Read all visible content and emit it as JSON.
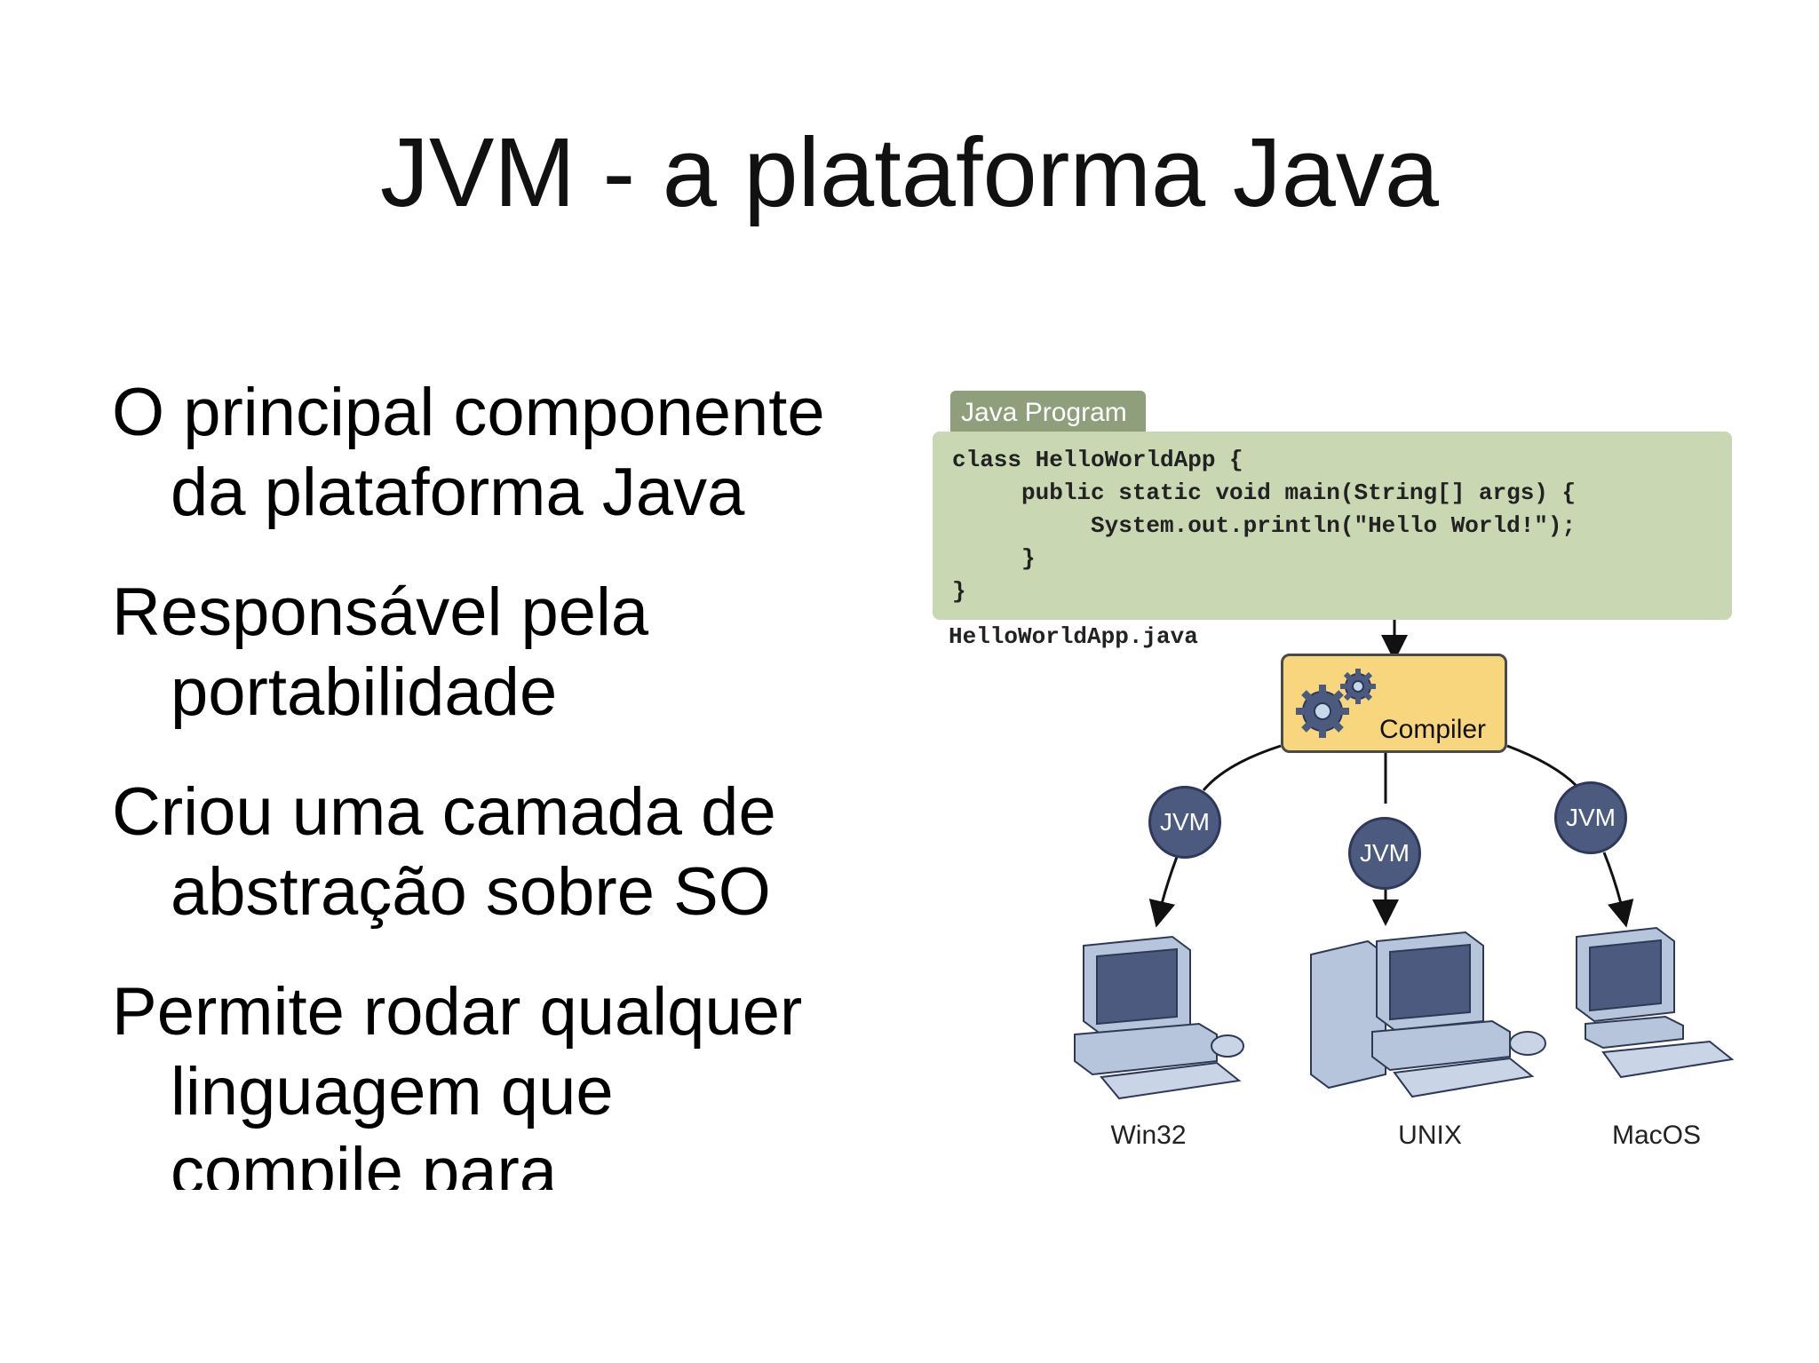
{
  "slide": {
    "title": "JVM - a plataforma Java",
    "bullets": [
      {
        "line1": "O principal componente",
        "line2": "da plataforma Java"
      },
      {
        "line1": "Responsável pela",
        "line2": "portabilidade"
      },
      {
        "line1": "Criou uma camada de",
        "line2": "abstração sobre SO"
      },
      {
        "line1": "Permite rodar qualquer",
        "line2": "linguagem que",
        "line3": "compile para"
      }
    ]
  },
  "diagram": {
    "tab_label": "Java Program",
    "code": "class HelloWorldApp {\n     public static void main(String[] args) {\n          System.out.println(\"Hello World!\");\n     }\n}",
    "filename": "HelloWorldApp.java",
    "compiler_label": "Compiler",
    "jvm_labels": [
      "JVM",
      "JVM",
      "JVM"
    ],
    "platforms": [
      "Win32",
      "UNIX",
      "MacOS"
    ],
    "colors": {
      "code_bg": "#c9d8b3",
      "tab_bg": "#8f9f7c",
      "compiler_bg": "#f7d67e",
      "jvm_bg": "#4c5a80",
      "computer": "#b6c4dc"
    },
    "icons": [
      "gears-icon",
      "desktop-computer-icon",
      "server-computer-icon",
      "mac-computer-icon"
    ]
  }
}
